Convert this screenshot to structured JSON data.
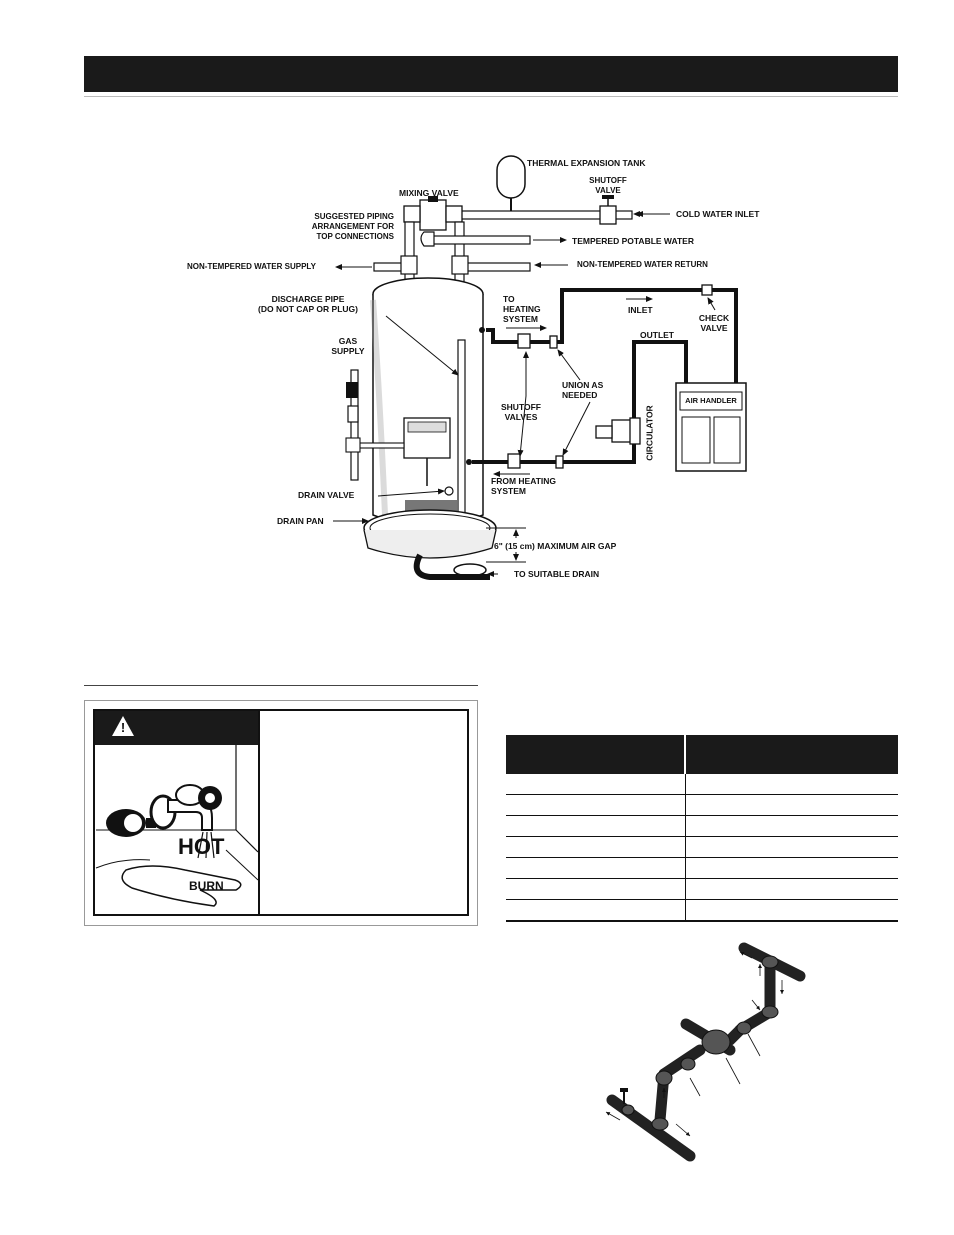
{
  "page": {
    "header_title": ""
  },
  "diagram": {
    "labels": {
      "thermal_expansion_tank": "THERMAL EXPANSION TANK",
      "shutoff_valve": "SHUTOFF\nVALVE",
      "mixing_valve": "MIXING VALVE",
      "suggested_piping": "SUGGESTED PIPING\nARRANGEMENT FOR\nTOP CONNECTIONS",
      "cold_water_inlet": "COLD WATER INLET",
      "tempered_potable_water": "TEMPERED POTABLE WATER",
      "non_tempered_water_supply": "NON-TEMPERED WATER SUPPLY",
      "non_tempered_water_return": "NON-TEMPERED WATER RETURN",
      "discharge_pipe": "DISCHARGE PIPE\n(DO NOT CAP OR PLUG)",
      "to_heating_system": "TO\nHEATING\nSYSTEM",
      "inlet": "INLET",
      "check_valve": "CHECK\nVALVE",
      "gas_supply": "GAS\nSUPPLY",
      "outlet": "OUTLET",
      "union_as_needed": "UNION AS\nNEEDED",
      "air_handler": "AIR HANDLER",
      "shutoff_valves": "SHUTOFF\nVALVES",
      "circulator": "CIRCULATOR",
      "drain_valve": "DRAIN VALVE",
      "from_heating_system": "FROM HEATING\nSYSTEM",
      "drain_pan": "DRAIN PAN",
      "max_air_gap": "6\" (15 cm)  MAXIMUM AIR GAP",
      "to_suitable_drain": "TO SUITABLE DRAIN"
    }
  },
  "warning": {
    "symbol": "!",
    "hot": "HOT",
    "burn": "BURN"
  },
  "table": {
    "headers": [
      "",
      ""
    ],
    "rows": [
      [
        "",
        ""
      ],
      [
        "",
        ""
      ],
      [
        "",
        ""
      ],
      [
        "",
        ""
      ],
      [
        "",
        ""
      ],
      [
        "",
        ""
      ],
      [
        "",
        ""
      ]
    ]
  },
  "icons": {
    "warning": "warning-triangle-icon",
    "faucet": "faucet-scald-illustration"
  }
}
